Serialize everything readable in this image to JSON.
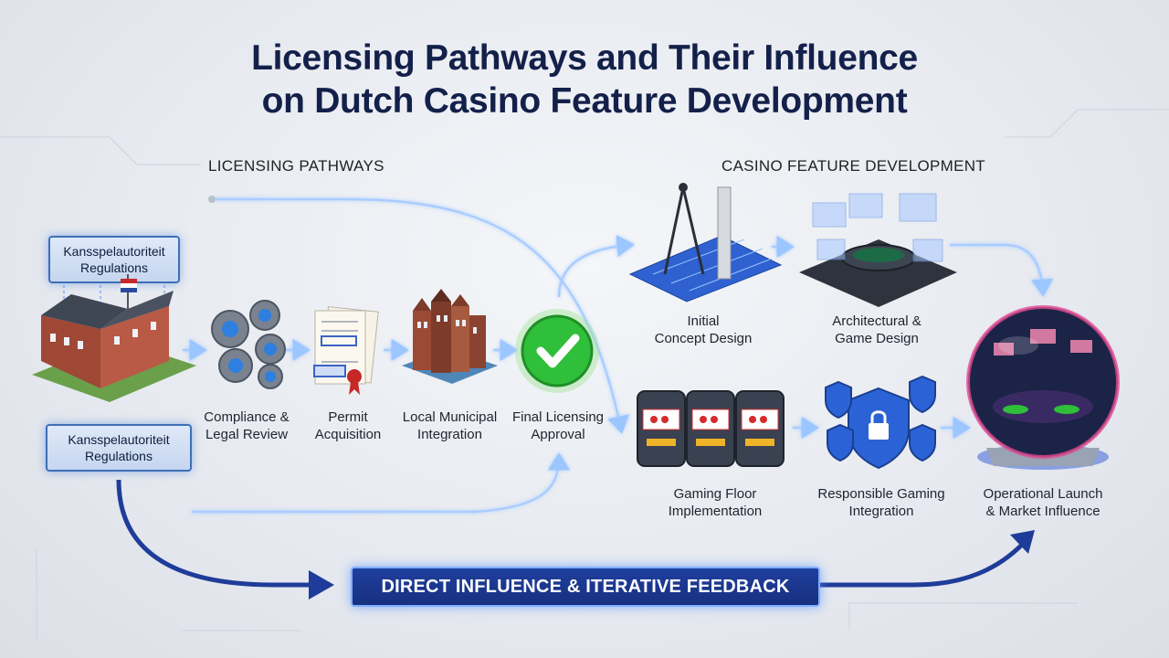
{
  "title_line1": "Licensing Pathways and Their Influence",
  "title_line2": "on Dutch Casino Feature Development",
  "left_section": "LICENSING PATHWAYS",
  "right_section": "CASINO FEATURE DEVELOPMENT",
  "badge_top": [
    "Kansspelautoriteit",
    "Regulations"
  ],
  "badge_bottom": [
    "Kansspelautoriteit",
    "Regulations"
  ],
  "steps": {
    "compliance": [
      "Compliance &",
      "Legal Review"
    ],
    "permit": [
      "Permit",
      "Acquisition"
    ],
    "municipal": [
      "Local Municipal",
      "Integration"
    ],
    "approval": [
      "Final Licensing",
      "Approval"
    ]
  },
  "features": {
    "concept": [
      "Initial",
      "Concept Design"
    ],
    "architectural": [
      "Architectural &",
      "Game Design"
    ],
    "gaming_floor": [
      "Gaming Floor",
      "Implementation"
    ],
    "responsible": [
      "Responsible Gaming",
      "Integration"
    ],
    "launch": [
      "Operational Launch",
      "& Market Influence"
    ]
  },
  "banner": "DIRECT INFLUENCE & ITERATIVE FEEDBACK",
  "colors": {
    "navy": "#13204a",
    "accent_blue": "#1f3f9e",
    "approval_green": "#2fbf3a",
    "glow": "#8fc4ff"
  },
  "icons": [
    "building-icon",
    "gears-icon",
    "documents-icon",
    "canal-houses-icon",
    "checkmark-icon",
    "blueprint-icon",
    "game-table-icon",
    "slot-machines-icon",
    "shield-lock-icon",
    "crystal-ball-casino-icon"
  ]
}
